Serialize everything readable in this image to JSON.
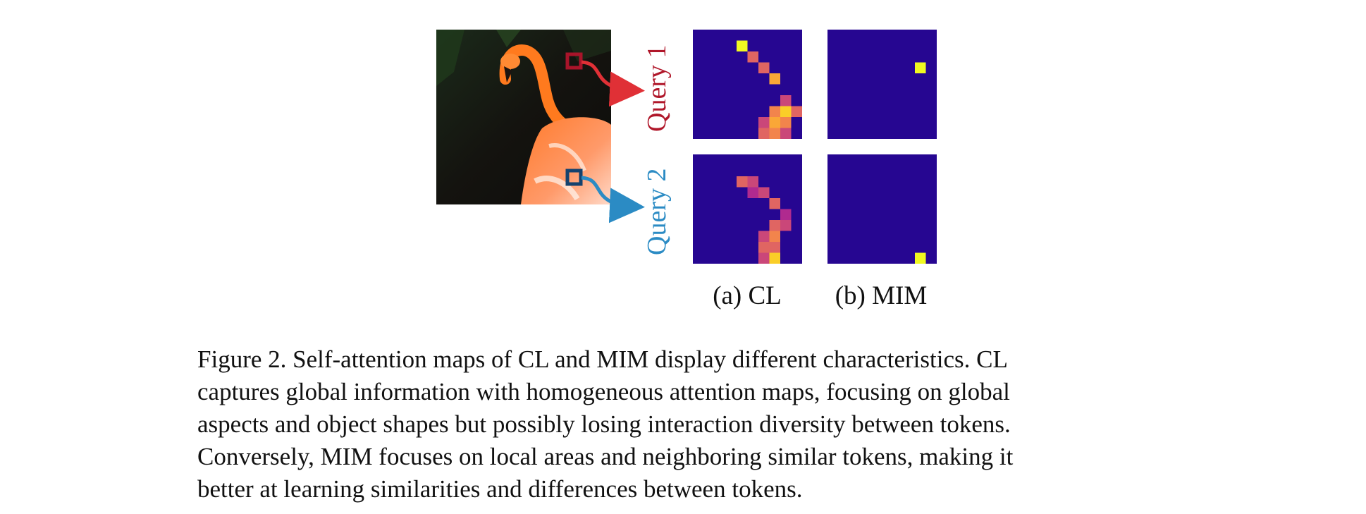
{
  "figure": {
    "query_labels": [
      "Query 1",
      "Query 2"
    ],
    "sublabels": [
      "(a) CL",
      "(b) MIM"
    ],
    "colors": {
      "query1": "#b0172a",
      "query2": "#2b8bc4"
    },
    "heatmaps": {
      "cl_query1": {
        "hot": [
          [
            4,
            1,
            1.0
          ],
          [
            5,
            2,
            0.6
          ],
          [
            6,
            3,
            0.6
          ],
          [
            7,
            4,
            0.8
          ],
          [
            8,
            6,
            0.5
          ],
          [
            7,
            7,
            0.7
          ],
          [
            8,
            7,
            0.9
          ],
          [
            9,
            7,
            0.6
          ],
          [
            6,
            8,
            0.5
          ],
          [
            7,
            8,
            0.8
          ],
          [
            8,
            8,
            0.7
          ],
          [
            6,
            9,
            0.6
          ],
          [
            7,
            9,
            0.7
          ],
          [
            8,
            9,
            0.5
          ]
        ]
      },
      "mim_query1": {
        "hot": [
          [
            8,
            3,
            1.0
          ]
        ]
      },
      "cl_query2": {
        "hot": [
          [
            4,
            2,
            0.6
          ],
          [
            5,
            2,
            0.5
          ],
          [
            5,
            3,
            0.4
          ],
          [
            6,
            3,
            0.5
          ],
          [
            7,
            4,
            0.6
          ],
          [
            8,
            5,
            0.4
          ],
          [
            7,
            6,
            0.6
          ],
          [
            8,
            6,
            0.5
          ],
          [
            6,
            7,
            0.5
          ],
          [
            7,
            7,
            0.7
          ],
          [
            6,
            8,
            0.6
          ],
          [
            7,
            8,
            0.6
          ],
          [
            7,
            9,
            0.9
          ],
          [
            6,
            9,
            0.5
          ]
        ]
      },
      "mim_query2": {
        "hot": [
          [
            8,
            9,
            1.0
          ]
        ]
      }
    }
  },
  "caption": {
    "lines": [
      "Figure 2. Self-attention maps of CL and MIM display different characteristics. CL",
      "captures global information with homogeneous attention maps, focusing on global",
      "aspects and object shapes but possibly losing interaction diversity between tokens.",
      "Conversely, MIM focuses on local areas and neighboring similar tokens, making it",
      "better at learning similarities and differences between tokens."
    ]
  }
}
